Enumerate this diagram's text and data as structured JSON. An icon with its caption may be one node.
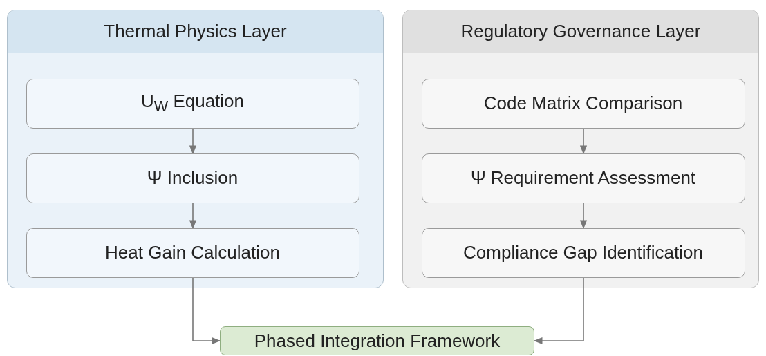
{
  "diagram": {
    "nodes": [
      {
        "text": [
          "Thermal Physics Layer"
        ]
      },
      {
        "text": [
          "U$_{W}$ Equation"
        ],
        "in": 0
      },
      {
        "text": [
          "Ψ Inclusion"
        ],
        "in": 0
      },
      {
        "text": [
          "Heat Gain Calculation"
        ],
        "in": 0
      },
      {
        "text": [
          "Regulatory Governance Layer"
        ]
      },
      {
        "text": [
          "Code Matrix Comparison"
        ],
        "in": 4
      },
      {
        "text": [
          "Ψ Requirement Assessment"
        ],
        "in": 4
      },
      {
        "text": [
          "Compliance Gap Identification"
        ],
        "in": 4
      },
      {
        "text": [
          "Phased Integration Framework"
        ]
      }
    ],
    "edges": [
      {
        "from": 1,
        "to": 2,
        "arrow": "to"
      },
      {
        "from": 2,
        "to": 3,
        "arrow": "to"
      },
      {
        "from": 5,
        "to": 6,
        "arrow": "to"
      },
      {
        "from": 6,
        "to": 7,
        "arrow": "to"
      },
      {
        "from": 3,
        "to": 8,
        "arrow": "to"
      },
      {
        "from": 7,
        "to": 8,
        "arrow": "to"
      }
    ]
  }
}
